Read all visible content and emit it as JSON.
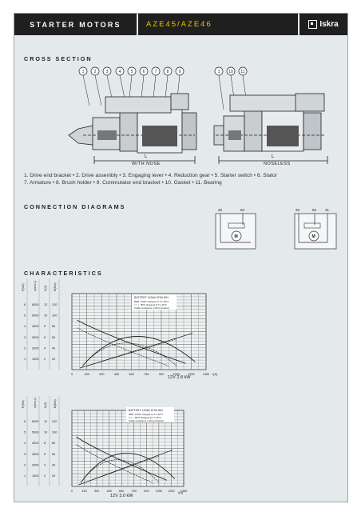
{
  "header": {
    "title": "STARTER MOTORS",
    "models": "AZE45/AZE46",
    "brand": "Iskra"
  },
  "cross_section": {
    "title": "CROSS SECTION",
    "callouts_with_nose": [
      "1",
      "2",
      "3",
      "4",
      "5",
      "6",
      "7",
      "8",
      "9"
    ],
    "callouts_noseless": [
      "1",
      "10",
      "11"
    ],
    "dimension_label_with_nose": "L",
    "dimension_label_noseless": "L",
    "caption_with_nose": "WITH NOSE",
    "caption_noseless": "NOSELESS",
    "legend_line1": "1. Drive end bracket • 2. Drive assembly • 3. Engaging lever • 4. Reduction gear • 5. Starter switch • 6. Stator",
    "legend_line2": "7. Armature • 8. Brush holder • 9. Commutator end bracket • 10. Gasket • 11. Bearing"
  },
  "connection": {
    "title": "CONNECTION DIAGRAMS",
    "diagram1_terminals": [
      "30",
      "50"
    ],
    "diagram2_terminals": [
      "30",
      "50",
      "31"
    ],
    "motor_symbol": "M"
  },
  "characteristics": {
    "title": "CHARACTERISTICS",
    "axis_headers": [
      "P(kW)",
      "n(min-1)",
      "U(V)",
      "M(Nm)"
    ],
    "chart1": {
      "legend_title": "BATTERY 143Ah 570A DIN",
      "legend_items": [
        "100% charged at T=+20°C",
        "80% charged at T=-20°C",
        "Cable resistance 1mΩ (included)"
      ],
      "caption": "12V  2.8 kW",
      "x_unit": "I(A)",
      "x_ticks": [
        "0",
        "150",
        "300",
        "450",
        "600",
        "750",
        "900",
        "1050",
        "1200",
        "1350"
      ],
      "row_labels": [
        {
          "p": "6",
          "n": "6000",
          "u": "12",
          "m": "120"
        },
        {
          "p": "5",
          "n": "5000",
          "u": "10",
          "m": "100"
        },
        {
          "p": "4",
          "n": "4000",
          "u": "8",
          "m": "80"
        },
        {
          "p": "3",
          "n": "3000",
          "u": "6",
          "m": "60"
        },
        {
          "p": "2",
          "n": "2000",
          "u": "4",
          "m": "40"
        },
        {
          "p": "1",
          "n": "1000",
          "u": "2",
          "m": "20"
        }
      ]
    },
    "chart2": {
      "legend_title": "BATTERY 143Ah 570A DIN",
      "legend_items": [
        "100% charged at T=+20°C",
        "80% charged at T=-20°C",
        "Cable resistance 1mΩ (included)"
      ],
      "caption": "12V  3.0 kW",
      "x_unit": "I(A)",
      "x_ticks": [
        "0",
        "150",
        "300",
        "450",
        "600",
        "750",
        "900",
        "1050",
        "1200",
        "1350"
      ],
      "row_labels": [
        {
          "p": "6",
          "n": "6000",
          "u": "12",
          "m": "120"
        },
        {
          "p": "5",
          "n": "5000",
          "u": "10",
          "m": "100"
        },
        {
          "p": "4",
          "n": "4000",
          "u": "8",
          "m": "80"
        },
        {
          "p": "3",
          "n": "3000",
          "u": "6",
          "m": "60"
        },
        {
          "p": "2",
          "n": "2000",
          "u": "4",
          "m": "40"
        },
        {
          "p": "1",
          "n": "1000",
          "u": "2",
          "m": "20"
        }
      ]
    }
  }
}
